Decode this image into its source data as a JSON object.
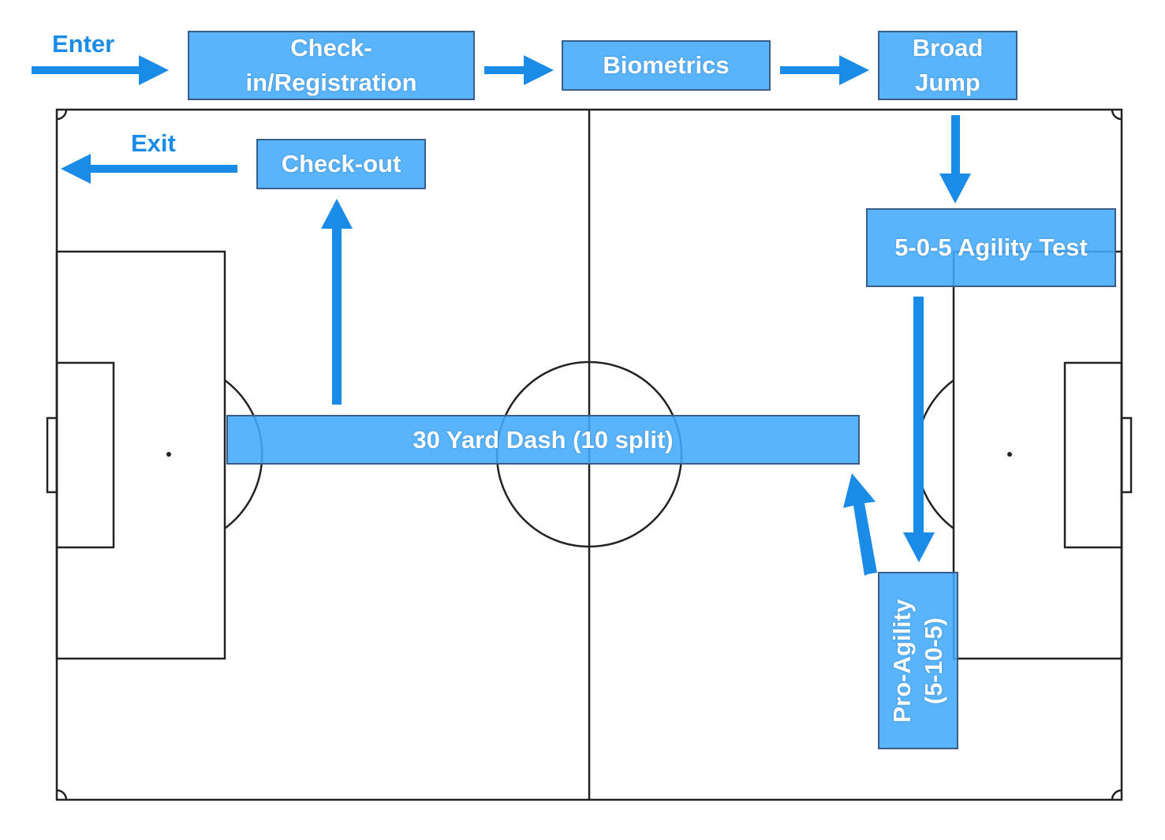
{
  "labels": {
    "enter": "Enter",
    "exit": "Exit"
  },
  "stations": {
    "checkin": {
      "line1": "Check-",
      "line2": "in/Registration"
    },
    "biometrics": "Biometrics",
    "broad_jump": {
      "line1": "Broad",
      "line2": "Jump"
    },
    "agility_505": "5-0-5 Agility Test",
    "pro_agility": {
      "line1": "Pro-Agility",
      "line2": "(5-10-5)"
    },
    "dash": "30 Yard Dash (10 split)",
    "checkout": "Check-out"
  },
  "colors": {
    "box_fill": "#42aafa",
    "box_border": "#3a5e8c",
    "arrow": "#1b8be8",
    "field_line": "#222222"
  }
}
